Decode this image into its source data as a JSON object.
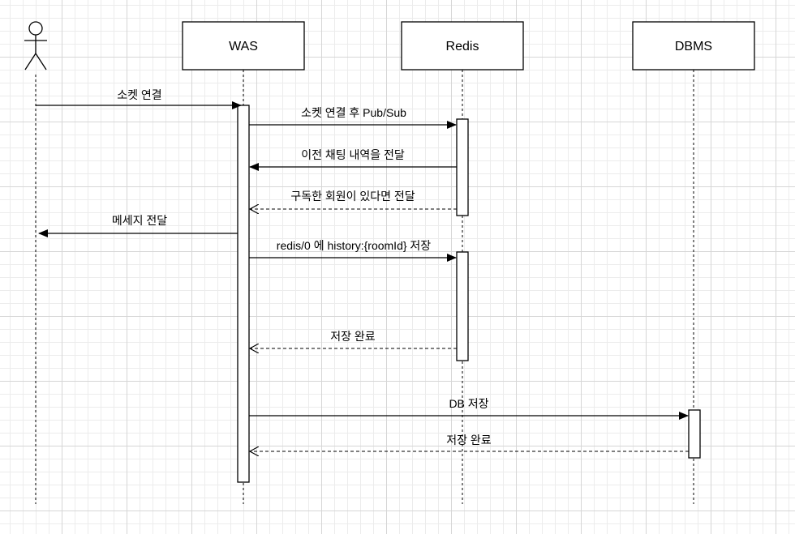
{
  "participants": {
    "was": "WAS",
    "redis": "Redis",
    "dbms": "DBMS"
  },
  "messages": [
    {
      "label": "소켓 연결",
      "kind": "sync"
    },
    {
      "label": "소켓 연결 후 Pub/Sub",
      "kind": "sync"
    },
    {
      "label": "이전 채팅 내역을 전달",
      "kind": "sync"
    },
    {
      "label": "구독한 회원이 있다면 전달",
      "kind": "return"
    },
    {
      "label": "메세지 전달",
      "kind": "sync"
    },
    {
      "label": "redis/0 에 history:{roomId} 저장",
      "kind": "sync"
    },
    {
      "label": "저장 완료",
      "kind": "return"
    },
    {
      "label": "DB 저장",
      "kind": "sync"
    },
    {
      "label": "저장 완료",
      "kind": "return"
    }
  ]
}
